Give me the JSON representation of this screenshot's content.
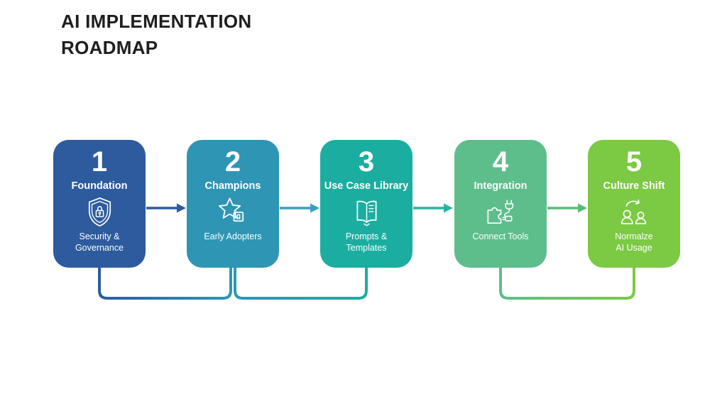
{
  "header": {
    "title_line1": "AI IMPLEMENTATION",
    "title_line2": "ROADMAP"
  },
  "roadmap": {
    "steps": [
      {
        "number": "1",
        "title": "Foundation",
        "icon": "shield-lock-icon",
        "color": "#2D5B9E",
        "subtitle_line1": "Security &",
        "subtitle_line2": "Governance"
      },
      {
        "number": "2",
        "title": "Champions",
        "icon": "star-badge-icon",
        "color": "#2E96B4",
        "subtitle_line1": "Early Adopters",
        "subtitle_line2": ""
      },
      {
        "number": "3",
        "title": "Use Case Library",
        "icon": "open-book-icon",
        "color": "#1BAEA0",
        "subtitle_line1": "Prompts &",
        "subtitle_line2": "Templates"
      },
      {
        "number": "4",
        "title": "Integration",
        "icon": "puzzle-plug-icon",
        "color": "#5DBE8C",
        "subtitle_line1": "Connect Tools",
        "subtitle_line2": ""
      },
      {
        "number": "5",
        "title": "Culture Shift",
        "icon": "people-arrow-icon",
        "color": "#7CC943",
        "subtitle_line1": "Normalze",
        "subtitle_line2": "AI Usage"
      }
    ],
    "arrows": [
      {
        "color": "#2D5B9E"
      },
      {
        "color": "#3A9EBD"
      },
      {
        "color": "#2BB2A4"
      },
      {
        "color": "#58BD72"
      }
    ],
    "connectors": [
      {
        "from": "#2D5B9E",
        "to": "#2E96B4"
      },
      {
        "from": "#2E96B4",
        "to": "#1BAEA0"
      },
      {
        "from": "#5DBE8C",
        "to": "#7CC943"
      }
    ]
  }
}
